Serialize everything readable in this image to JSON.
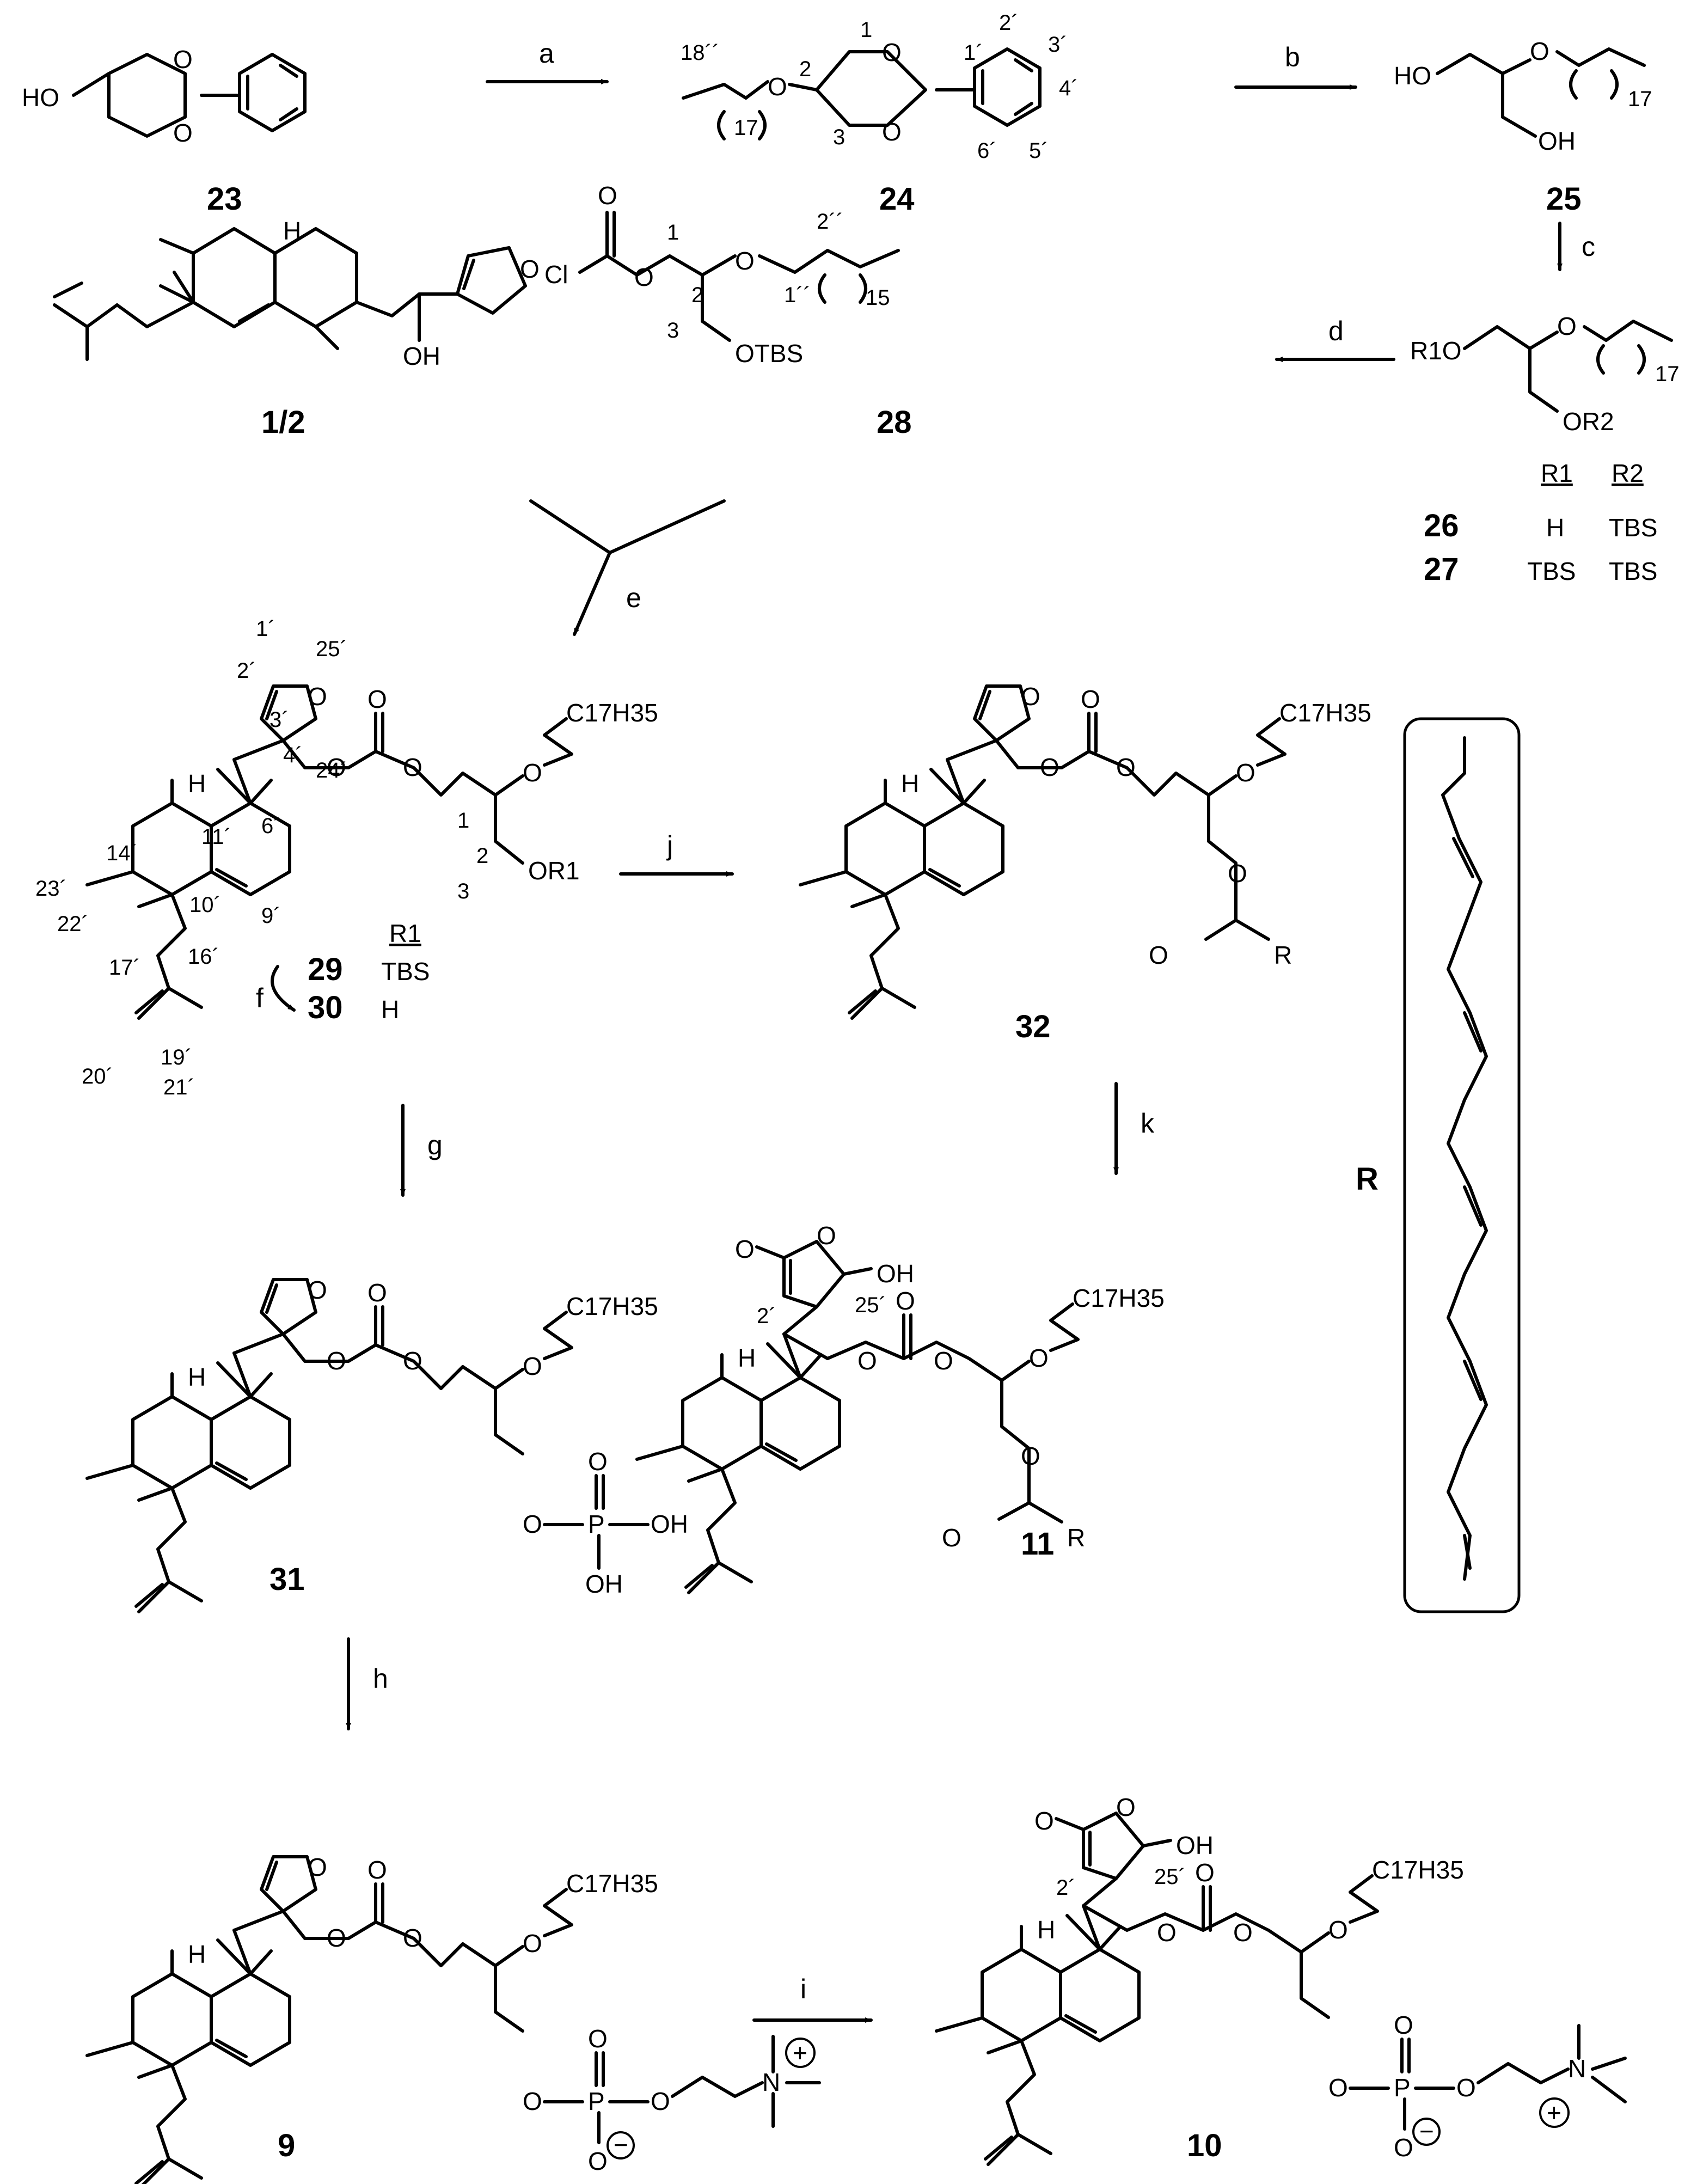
{
  "compounds": {
    "c23": "23",
    "c24": "24",
    "c25": "25",
    "c26": "26",
    "c27": "27",
    "c28": "28",
    "c1_2": "1/2",
    "c29": "29",
    "c30": "30",
    "c31": "31",
    "c32": "32",
    "c11": "11",
    "c9": "9",
    "c10": "10"
  },
  "steps": {
    "a": "a",
    "b": "b",
    "c": "c",
    "d": "d",
    "e": "e",
    "f": "f",
    "g": "g",
    "h": "h",
    "i": "i",
    "j": "j",
    "k": "k"
  },
  "table_26_27": {
    "header_r1": "R1",
    "header_r2": "R2",
    "row26": {
      "r1": "H",
      "r2": "TBS"
    },
    "row27": {
      "r1": "TBS",
      "r2": "TBS"
    }
  },
  "table_29_30": {
    "header_r1": "R1",
    "row29": {
      "r1": "TBS"
    },
    "row30": {
      "r1": "H"
    }
  },
  "r_group_label": "R",
  "atoms": {
    "oh": "OH",
    "ho": "HO",
    "h": "H",
    "o": "O",
    "cl": "Cl",
    "p": "P",
    "otbs": "OTBS",
    "ch_tail": "C17H35",
    "r1o": "R1O",
    "or1": "OR1",
    "or2": "OR2",
    "r": "R",
    "n": "N",
    "plus": "+",
    "minus": "−"
  },
  "counts": {
    "n17": "17",
    "n15": "15"
  },
  "numbering": {
    "cpd24": [
      "1",
      "2",
      "3",
      "1´",
      "2´",
      "3´",
      "4´",
      "5´",
      "6´",
      "18´´"
    ],
    "cpd28": [
      "1",
      "2",
      "3",
      "1´´",
      "2´´"
    ],
    "cpd29": [
      "1´",
      "2´",
      "3´",
      "4´",
      "6´",
      "9´",
      "10´",
      "11´",
      "14´",
      "16´",
      "17´",
      "19´",
      "20´",
      "21´",
      "22´",
      "23´",
      "24´",
      "25´",
      "1",
      "2",
      "3"
    ],
    "lactone": [
      "2´",
      "25´"
    ]
  }
}
